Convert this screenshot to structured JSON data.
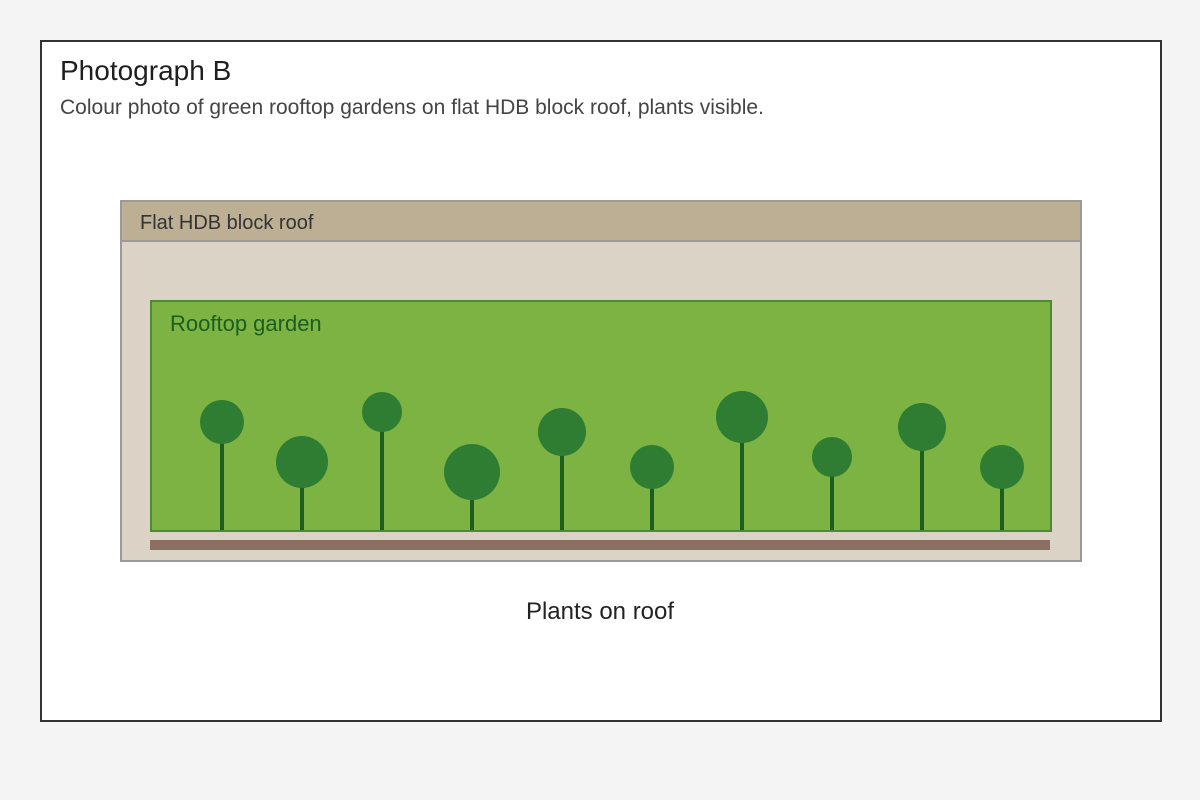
{
  "figure": {
    "title": "Photograph B",
    "description": "Colour photo of green rooftop gardens on flat HDB block roof, plants visible.",
    "caption": "Plants on roof"
  },
  "roof": {
    "label": "Flat HDB block roof"
  },
  "garden": {
    "label": "Rooftop garden",
    "plant_count": 10
  },
  "colors": {
    "frame_border": "#333333",
    "roof_fill": "#dbd3c6",
    "roof_header": "#bcaf94",
    "garden_fill": "#7cb342",
    "garden_border": "#4e8a34",
    "garden_label": "#1b5e20",
    "plant_canopy": "#2e7d32",
    "plant_stem": "#1b5e20",
    "soil": "#8d6e63"
  }
}
